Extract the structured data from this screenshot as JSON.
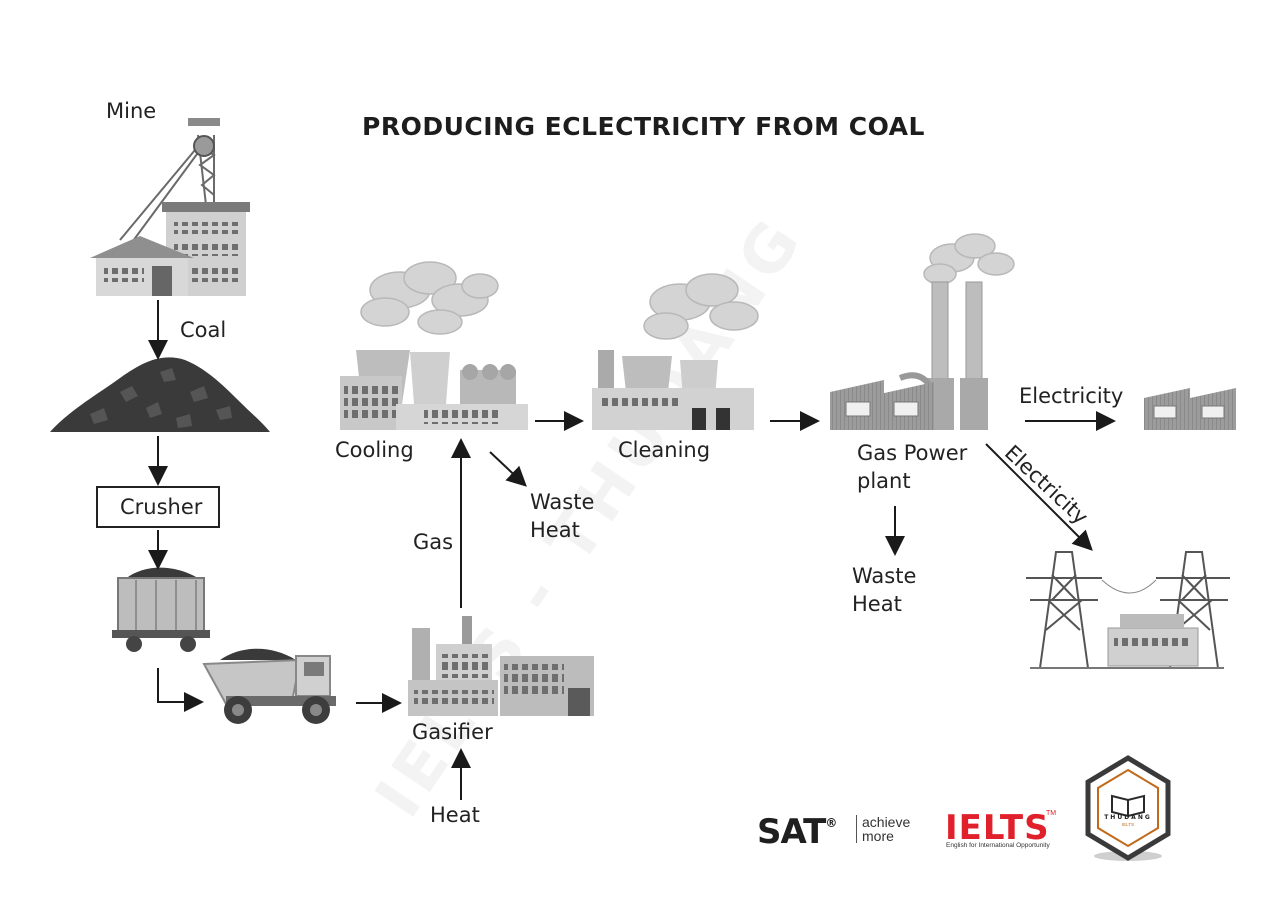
{
  "title": "PRODUCING ECLECTRICITY FROM COAL",
  "watermark": "IELTS - THUDANG",
  "labels": {
    "mine": "Mine",
    "coal": "Coal",
    "crusher": "Crusher",
    "cooling": "Cooling",
    "waste_heat_1": "Waste Heat",
    "gas": "Gas",
    "cleaning": "Cleaning",
    "gas_power_plant": "Gas Power plant",
    "electricity_1": "Electricity",
    "electricity_2": "Electricity",
    "waste_heat_2": "Waste Heat",
    "gasifier": "Gasifier",
    "heat": "Heat"
  },
  "logos": {
    "sat": "SAT",
    "sat_reg": "®",
    "sat_tagline": "achieve more",
    "ielts": "IELTS",
    "ielts_tm": "TM",
    "ielts_tagline": "English for International Opportunity",
    "badge_name": "THUDANG",
    "badge_sub": "IELTS"
  },
  "colors": {
    "text": "#222222",
    "arrow": "#1a1a1a",
    "building_gray": "#a9a9a9",
    "coal": "#3a3a3a",
    "ielts_red": "#e0202a",
    "badge_orange": "#c06a1b"
  }
}
